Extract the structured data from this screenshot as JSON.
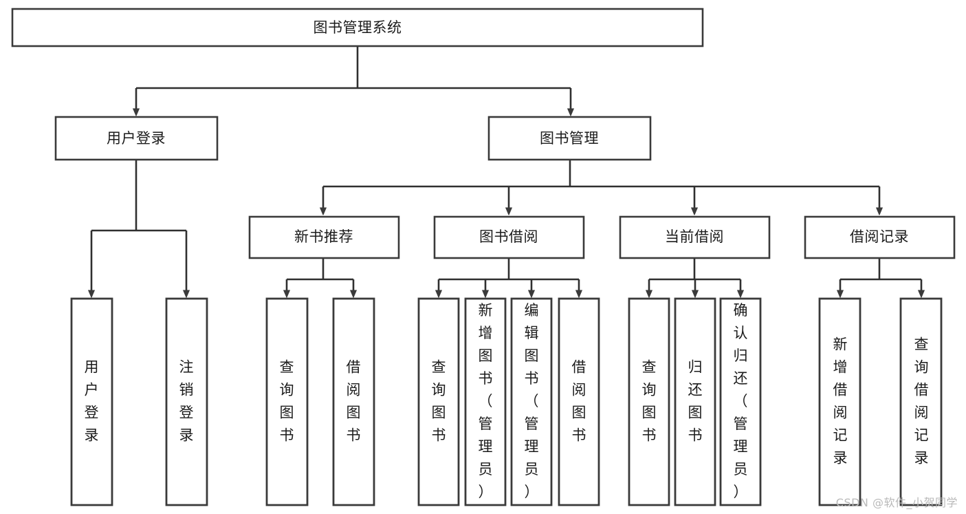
{
  "diagram": {
    "type": "tree",
    "title": "图书管理系统",
    "orientation": "top-down",
    "watermark": "CSDN @软件_小贺同学",
    "colors": {
      "box_fill": "#ffffff",
      "box_stroke": "#3a3a3a",
      "connector": "#2f2f2f",
      "label_text": "#1b1b1b",
      "watermark_text": "#b9b9b9",
      "background": "#ffffff"
    },
    "levels": [
      {
        "level": 1,
        "nodes": [
          {
            "id": "root",
            "label": "图书管理系统",
            "orientation": "horizontal"
          }
        ]
      },
      {
        "level": 2,
        "nodes": [
          {
            "id": "login",
            "label": "用户登录",
            "orientation": "horizontal",
            "parent": "root"
          },
          {
            "id": "bookmgmt",
            "label": "图书管理",
            "orientation": "horizontal",
            "parent": "root"
          }
        ]
      },
      {
        "level": 3,
        "nodes": [
          {
            "id": "newbook",
            "label": "新书推荐",
            "orientation": "horizontal",
            "parent": "bookmgmt"
          },
          {
            "id": "borrow",
            "label": "图书借阅",
            "orientation": "horizontal",
            "parent": "bookmgmt"
          },
          {
            "id": "current",
            "label": "当前借阅",
            "orientation": "horizontal",
            "parent": "bookmgmt"
          },
          {
            "id": "records",
            "label": "借阅记录",
            "orientation": "horizontal",
            "parent": "bookmgmt"
          }
        ]
      },
      {
        "level": 4,
        "nodes": [
          {
            "id": "leaf-login-1",
            "label": "用户登录",
            "orientation": "vertical",
            "parent": "login"
          },
          {
            "id": "leaf-login-2",
            "label": "注销登录",
            "orientation": "vertical",
            "parent": "login"
          },
          {
            "id": "leaf-newbook-1",
            "label": "查询图书",
            "orientation": "vertical",
            "parent": "newbook"
          },
          {
            "id": "leaf-newbook-2",
            "label": "借阅图书",
            "orientation": "vertical",
            "parent": "newbook"
          },
          {
            "id": "leaf-borrow-1",
            "label": "查询图书",
            "orientation": "vertical",
            "parent": "borrow"
          },
          {
            "id": "leaf-borrow-2",
            "label": "新增图书（管理员）",
            "orientation": "vertical",
            "parent": "borrow"
          },
          {
            "id": "leaf-borrow-3",
            "label": "编辑图书（管理员）",
            "orientation": "vertical",
            "parent": "borrow"
          },
          {
            "id": "leaf-borrow-4",
            "label": "借阅图书",
            "orientation": "vertical",
            "parent": "borrow"
          },
          {
            "id": "leaf-current-1",
            "label": "查询图书",
            "orientation": "vertical",
            "parent": "current"
          },
          {
            "id": "leaf-current-2",
            "label": "归还图书",
            "orientation": "vertical",
            "parent": "current"
          },
          {
            "id": "leaf-current-3",
            "label": "确认归还（管理员）",
            "orientation": "vertical",
            "parent": "current"
          },
          {
            "id": "leaf-records-1",
            "label": "新增借阅记录",
            "orientation": "vertical",
            "parent": "records"
          },
          {
            "id": "leaf-records-2",
            "label": "查询借阅记录",
            "orientation": "vertical",
            "parent": "records"
          }
        ]
      }
    ]
  }
}
